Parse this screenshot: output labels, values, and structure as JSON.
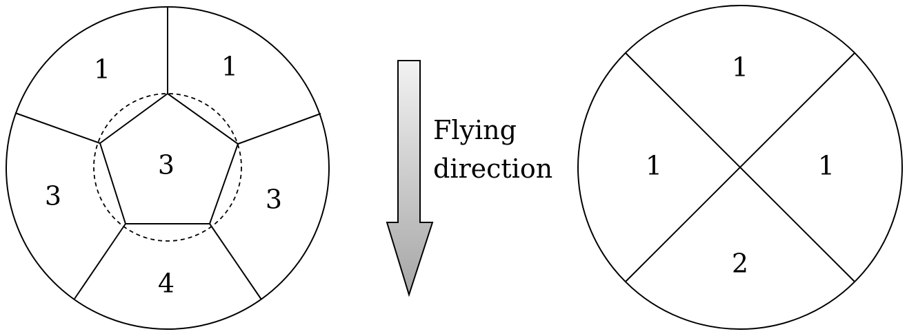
{
  "colors": {
    "stroke": "#000000",
    "background": "#ffffff",
    "arrow_gradient_top": "#f2f2f2",
    "arrow_gradient_bottom": "#a6a6a6"
  },
  "left_diagram": {
    "labels": {
      "top_left": "1",
      "top_right": "1",
      "center": "3",
      "left": "3",
      "right": "3",
      "bottom": "4"
    }
  },
  "arrow": {
    "caption_line1": "Flying",
    "caption_line2": "direction"
  },
  "right_diagram": {
    "labels": {
      "top": "1",
      "left": "1",
      "right": "1",
      "bottom": "2"
    }
  }
}
